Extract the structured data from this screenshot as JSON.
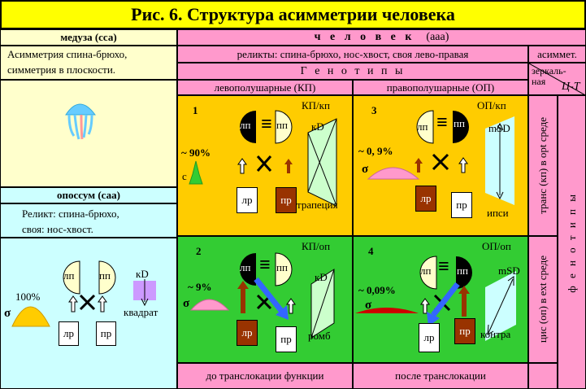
{
  "title": "Рис. 6.  Структура асимметрии человека",
  "colors": {
    "title_bg": "#ffff00",
    "human_bg": "#ff99cc",
    "left_bg": "#ffffcc",
    "cyan_bg": "#ccffff",
    "orange_bg": "#ffcc00",
    "green_bg": "#33cc33",
    "dark_red": "#993300",
    "blue_arrow": "#3366ff"
  },
  "left_panel": {
    "jellyfish_header": "медуза  (сса)",
    "jellyfish_text_1": "Асимметрия спина-брюхо,",
    "jellyfish_text_2": "симметрия в плоскости.",
    "jellyfish_icon": "jellyfish-icon",
    "opossum_header": "опоссум (саа)",
    "opossum_text_1": "Реликт: спина-брюхо,",
    "opossum_text_2": "своя: нос-хвост.",
    "opossum_percent": "100%",
    "opossum_sigma": "σ",
    "opossum_lp": "лп",
    "opossum_pp": "пп",
    "opossum_lr": "лр",
    "opossum_pr": "пр",
    "opossum_kd": "кD",
    "opossum_shape": "квадрат"
  },
  "human": {
    "header_word": "ч е л о в е к",
    "header_code": "(ааа)",
    "relics": "реликты: спина-брюхо, нос-хвост,  своя лево-правая",
    "genotypes": "Г е н о т и п ы",
    "left_hemi": "левополушарные  (КП)",
    "right_hemi": "правополушарные  (ОП)",
    "asym": "асиммет.",
    "mirror": "зеркаль-\nная",
    "ct": "Ц-Т",
    "trans": "транс (кп) в opt среде",
    "cis": "цис (оп) в ext среде",
    "phenotypes": "ф е н о т и п ы",
    "before_transl": "до транслокации функции",
    "after_transl": "после транслокации"
  },
  "cells": [
    {
      "num": "1",
      "code": "КП/кп",
      "percent": "~ 90%",
      "sigma": "с",
      "lp": "лп",
      "pp": "пп",
      "lr": "лр",
      "pr": "пр",
      "kd": "кD",
      "shape": "трапеция"
    },
    {
      "num": "3",
      "code": "ОП/кп",
      "percent": "~ 0, 9%",
      "sigma": "σ",
      "lp": "лп",
      "pp": "пп",
      "lr": "лр",
      "pr": "пр",
      "kd": "mSD",
      "shape": "ипси"
    },
    {
      "num": "2",
      "code": "КП/оп",
      "percent": "~ 9%",
      "sigma": "σ",
      "lp": "лп",
      "pp": "пп",
      "lr": "лр",
      "pr": "пр",
      "kd": "кD",
      "shape": "ромб"
    },
    {
      "num": "4",
      "code": "ОП/оп",
      "percent": "~ 0,09%",
      "sigma": "σ",
      "lp": "лп",
      "pp": "пп",
      "lr": "лр",
      "pr": "пр",
      "kd": "mSD",
      "shape": "контра"
    }
  ],
  "equiv": "≡"
}
